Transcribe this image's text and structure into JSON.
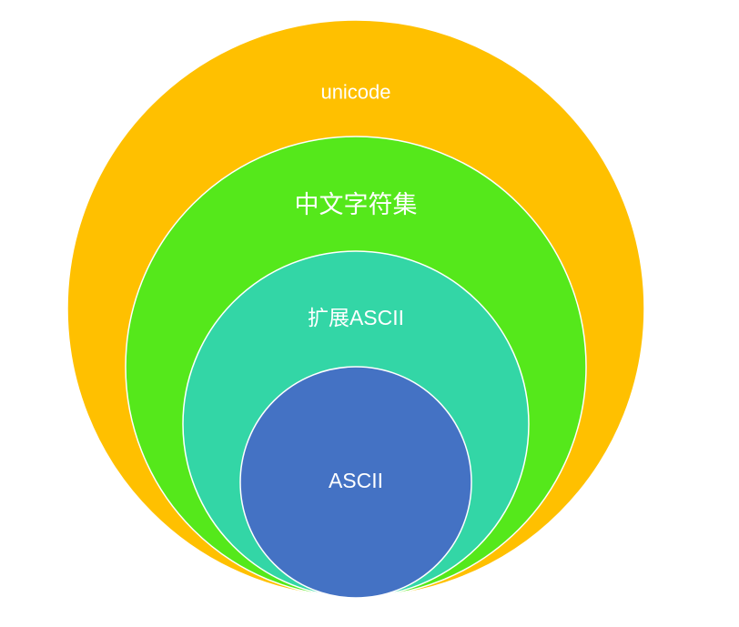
{
  "diagram": {
    "layers": [
      {
        "label": "unicode",
        "color": "#FFC000"
      },
      {
        "label": "中文字符集",
        "color": "#55E81B"
      },
      {
        "label": "扩展ASCII",
        "color": "#33D6A6"
      },
      {
        "label": "ASCII",
        "color": "#4472C4"
      }
    ]
  }
}
